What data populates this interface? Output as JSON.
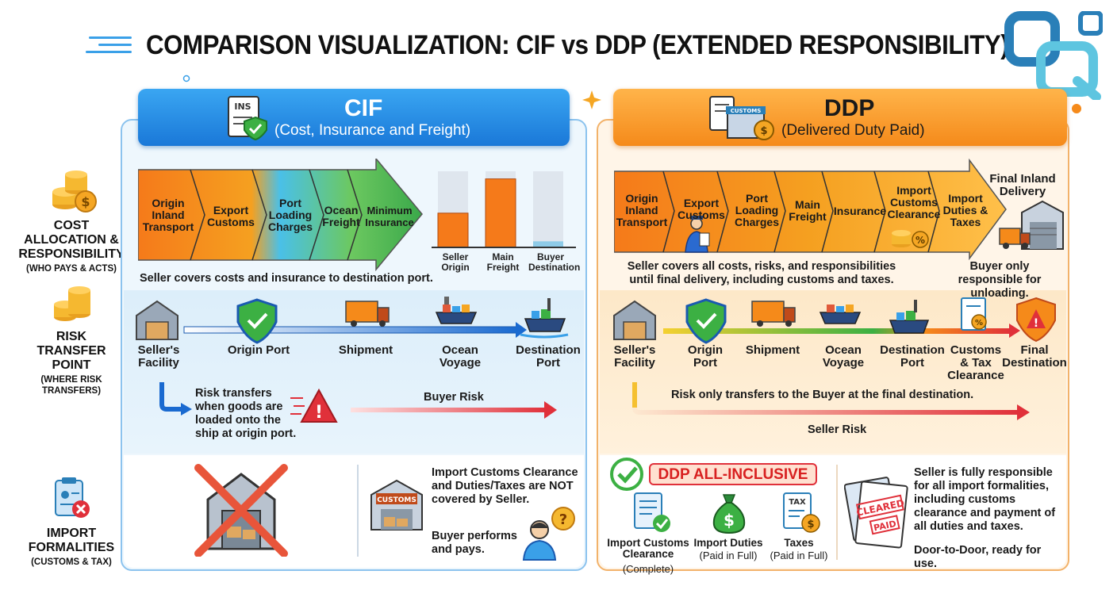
{
  "title": "COMPARISON VISUALIZATION: CIF vs DDP (EXTENDED RESPONSIBILITY)",
  "row_labels": {
    "cost": {
      "title": "COST ALLOCATION & RESPONSIBILITY",
      "sub": "(WHO PAYS & ACTS)"
    },
    "risk": {
      "title": "RISK TRANSFER POINT",
      "sub": "(WHERE RISK TRANSFERS)"
    },
    "import": {
      "title": "IMPORT FORMALITIES",
      "sub": "(CUSTOMS & TAX)"
    }
  },
  "cif": {
    "header_title": "CIF",
    "header_sub": "(Cost, Insurance and Freight)",
    "header_icon_text": "INS",
    "cost_segments": [
      "Origin Inland Transport",
      "Export Customs",
      "Port Loading Charges",
      "Ocean Freight",
      "Minimum Insurance"
    ],
    "cost_note": "Seller covers costs and insurance to destination port.",
    "bars": [
      {
        "label": "Seller Origin",
        "value": 0.45
      },
      {
        "label": "Main Freight",
        "value": 0.9
      },
      {
        "label": "Buyer Destination",
        "value": 0.08
      }
    ],
    "risk_steps": [
      "Seller's Facility",
      "Origin Port",
      "Shipment",
      "Ocean Voyage",
      "Destination Port"
    ],
    "risk_note": "Risk transfers when goods are loaded onto the ship at origin port.",
    "buyer_risk": "Buyer Risk",
    "import_customs_sign": "CUSTOMS",
    "import_note1": "Import Customs Clearance and Duties/Taxes are NOT covered by Seller.",
    "import_note2": "Buyer performs and pays."
  },
  "ddp": {
    "header_title": "DDP",
    "header_sub": "(Delivered Duty Paid)",
    "header_icon_text": "CUSTOMS",
    "cost_segments": [
      "Origin Inland Transport",
      "Export Customs",
      "Port Loading Charges",
      "Main Freight",
      "Insurance",
      "Import Customs Clearance",
      "Import Duties & Taxes"
    ],
    "final_inland": "Final Inland Delivery",
    "cost_note": "Seller covers all costs, risks, and responsibilities until final delivery, including customs and taxes.",
    "buyer_note": "Buyer only responsible for unloading.",
    "risk_steps": [
      "Seller's Facility",
      "Origin Port",
      "Shipment",
      "Ocean Voyage",
      "Destination Port",
      "Customs & Tax Clearance",
      "Final Destination"
    ],
    "risk_note": "Risk only transfers to the Buyer at the final destination.",
    "seller_risk": "Seller Risk",
    "all_inclusive": "DDP ALL-INCLUSIVE",
    "items": [
      {
        "title": "Import Customs Clearance",
        "sub": "(Complete)"
      },
      {
        "title": "Import Duties",
        "sub": "(Paid in Full)"
      },
      {
        "title": "Taxes",
        "sub": "(Paid in Full)"
      }
    ],
    "tax_icon_text": "TAX",
    "stamp_cleared": "CLEARED",
    "stamp_paid": "PAID",
    "import_note1": "Seller is fully responsible for all import formalities, including customs clearance and payment of all duties and taxes.",
    "import_note2": "Door-to-Door, ready for use."
  },
  "colors": {
    "cif_blue": "#1a78d8",
    "ddp_orange": "#f58a1a",
    "risk_red": "#e0303a",
    "check_green": "#3cb043"
  }
}
